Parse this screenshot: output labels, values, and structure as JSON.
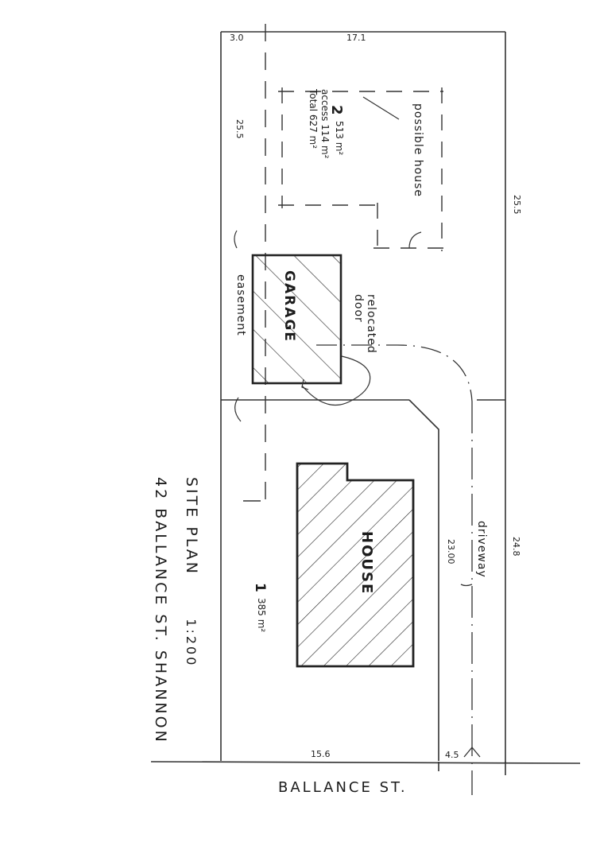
{
  "document": {
    "title": "SITE PLAN",
    "scale": "1:200",
    "address": "42 BALLANCE ST. SHANNON",
    "street": "BALLANCE ST."
  },
  "dimensions": {
    "top_left": "3.0",
    "top_right": "17.1",
    "left_upper": "25.5",
    "right_upper": "25.5",
    "right_lower": "24.8",
    "inner_lot1": "23.00",
    "bottom_lot1": "15.6",
    "bottom_access": "4.5"
  },
  "lots": {
    "lot2": {
      "number": "2",
      "area": "513 m²",
      "access": "access 114 m²",
      "total": "Total 627 m²"
    },
    "lot1": {
      "number": "1",
      "area": "385 m²"
    }
  },
  "buildings": {
    "garage": "GARAGE",
    "house": "HOUSE",
    "possible_house": "possible house"
  },
  "annotations": {
    "easement": "easement",
    "relocated_door": "relocated door",
    "driveway": "driveway"
  },
  "colors": {
    "ink": "#1c1c1c",
    "paper": "#ffffff"
  }
}
